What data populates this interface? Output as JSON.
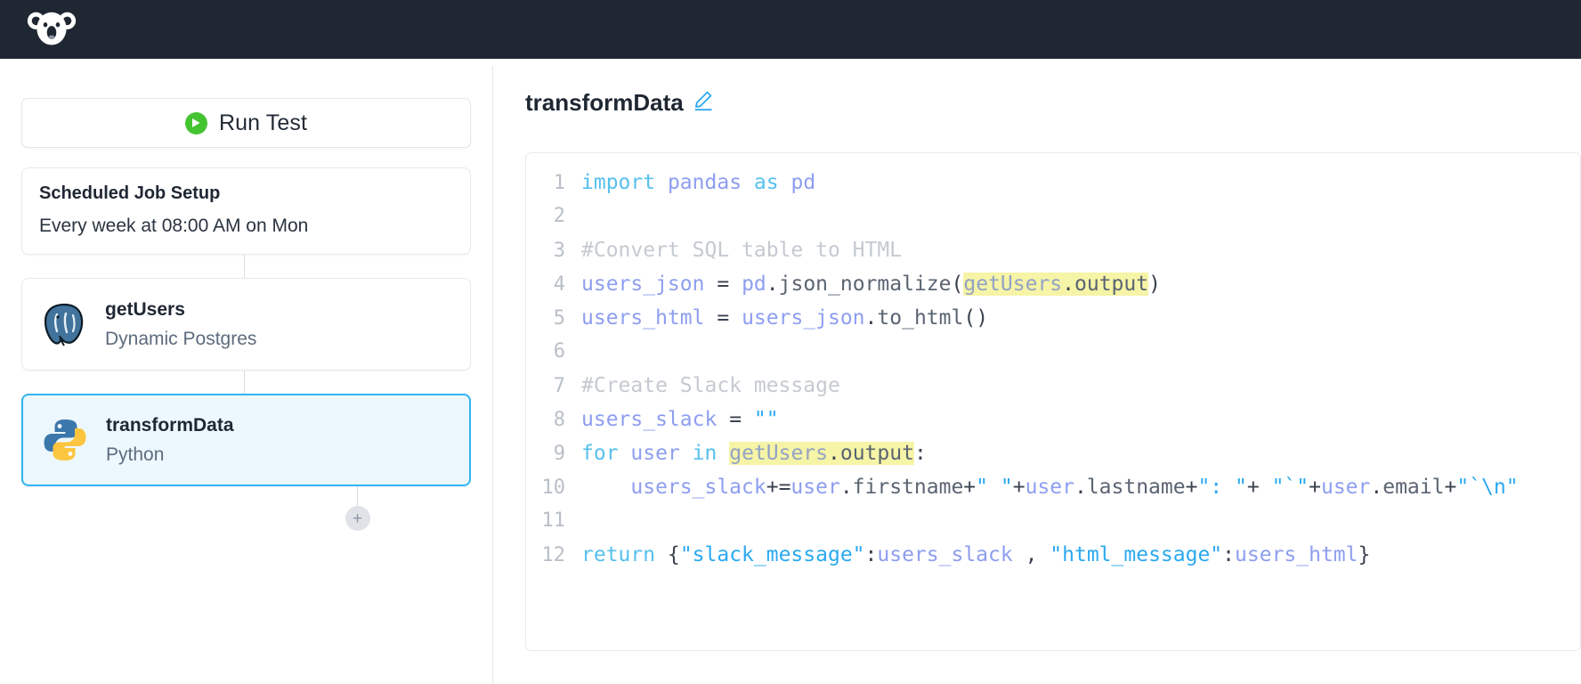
{
  "app": {
    "logo_icon": "koala-logo",
    "header_bg": "#1f2733"
  },
  "sidebar": {
    "run_test": {
      "label": "Run Test",
      "icon": "play-icon",
      "icon_color": "#45c432"
    },
    "schedule_card": {
      "title": "Scheduled Job Setup",
      "subtitle": "Every week at 08:00 AM on Mon"
    },
    "nodes": [
      {
        "name": "getUsers",
        "type": "Dynamic Postgres",
        "icon": "postgres-elephant-icon",
        "selected": false
      },
      {
        "name": "transformData",
        "type": "Python",
        "icon": "python-icon",
        "selected": true
      }
    ],
    "add_node": {
      "label": "+",
      "icon": "plus-icon"
    }
  },
  "editor": {
    "title": "transformData",
    "edit_icon": "pencil-edit-icon",
    "edit_icon_color": "#2aa9f0",
    "highlight_color": "#f6f4a6",
    "lines": [
      {
        "n": "1",
        "text": "import pandas as pd"
      },
      {
        "n": "2",
        "text": ""
      },
      {
        "n": "3",
        "text": "#Convert SQL table to HTML"
      },
      {
        "n": "4",
        "text": "users_json = pd.json_normalize(getUsers.output)"
      },
      {
        "n": "5",
        "text": "users_html = users_json.to_html()"
      },
      {
        "n": "6",
        "text": ""
      },
      {
        "n": "7",
        "text": "#Create Slack message"
      },
      {
        "n": "8",
        "text": "users_slack = \"\""
      },
      {
        "n": "9",
        "text": "for user in getUsers.output:"
      },
      {
        "n": "10",
        "text": "    users_slack+=user.firstname+\" \"+user.lastname+\": \"+ \"`\"+user.email+\"`\\n\""
      },
      {
        "n": "11",
        "text": ""
      },
      {
        "n": "12",
        "text": "return {\"slack_message\":users_slack , \"html_message\":users_html}"
      }
    ]
  }
}
